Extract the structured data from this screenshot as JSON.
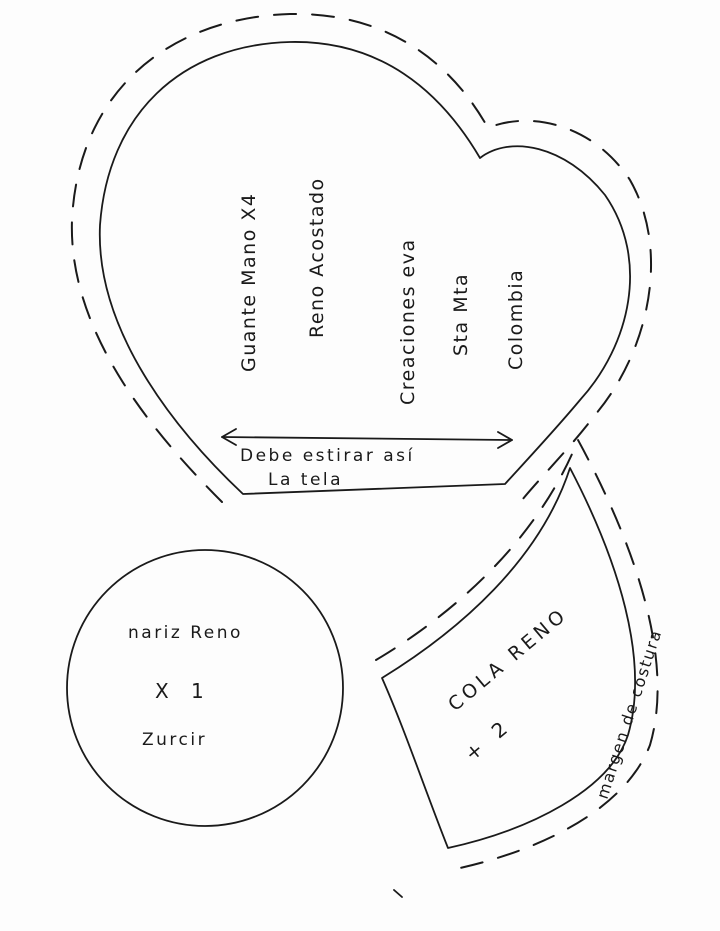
{
  "mitten": {
    "line1": "Guante Mano X4",
    "line2": "Reno Acostado",
    "line3": "Creaciones eva",
    "line4": "Sta Mta",
    "line5": "Colombia",
    "grain_note_1": "Debe estirar así",
    "grain_note_2": "La tela"
  },
  "nose": {
    "line1": "nariz Reno",
    "line2": "X 1",
    "line3": "Zurcir"
  },
  "tail": {
    "line1": "COLA RENO",
    "line2": "+ 2",
    "seam_note": "margen de costura"
  }
}
